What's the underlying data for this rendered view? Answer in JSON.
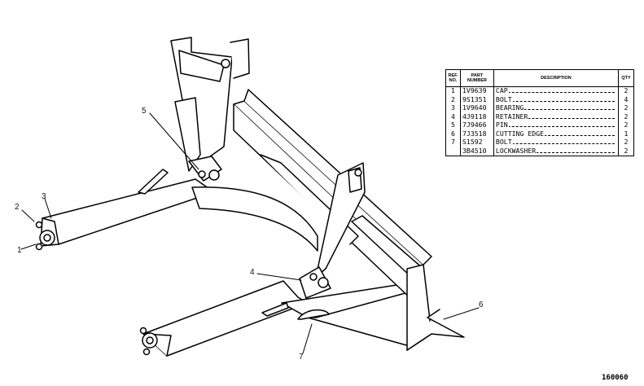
{
  "figure_number": "160060",
  "callouts": [
    "1",
    "2",
    "3",
    "4",
    "5",
    "6",
    "7"
  ],
  "table": {
    "headers": {
      "ref": "REF. NO.",
      "part": "PART NUMBER",
      "desc": "DESCRIPTION",
      "qty": "QTY"
    },
    "rows": [
      {
        "ref": "1",
        "part": "1V9639",
        "desc": "CAP",
        "qty": "2"
      },
      {
        "ref": "2",
        "part": "9S1351",
        "desc": "BOLT",
        "qty": "4"
      },
      {
        "ref": "3",
        "part": "1V9640",
        "desc": "BEARING",
        "qty": "2"
      },
      {
        "ref": "4",
        "part": "4J9118",
        "desc": "RETAINER",
        "qty": "2"
      },
      {
        "ref": "5",
        "part": "7J9466",
        "desc": "PIN",
        "qty": "2"
      },
      {
        "ref": "6",
        "part": "7J3518",
        "desc": "CUTTING EDGE",
        "qty": "1"
      },
      {
        "ref": "7",
        "part": "S1592",
        "desc": "BOLT",
        "qty": "2"
      },
      {
        "ref": "",
        "part": "3B4510",
        "desc": "LOCKWASHER",
        "qty": "2"
      }
    ]
  }
}
